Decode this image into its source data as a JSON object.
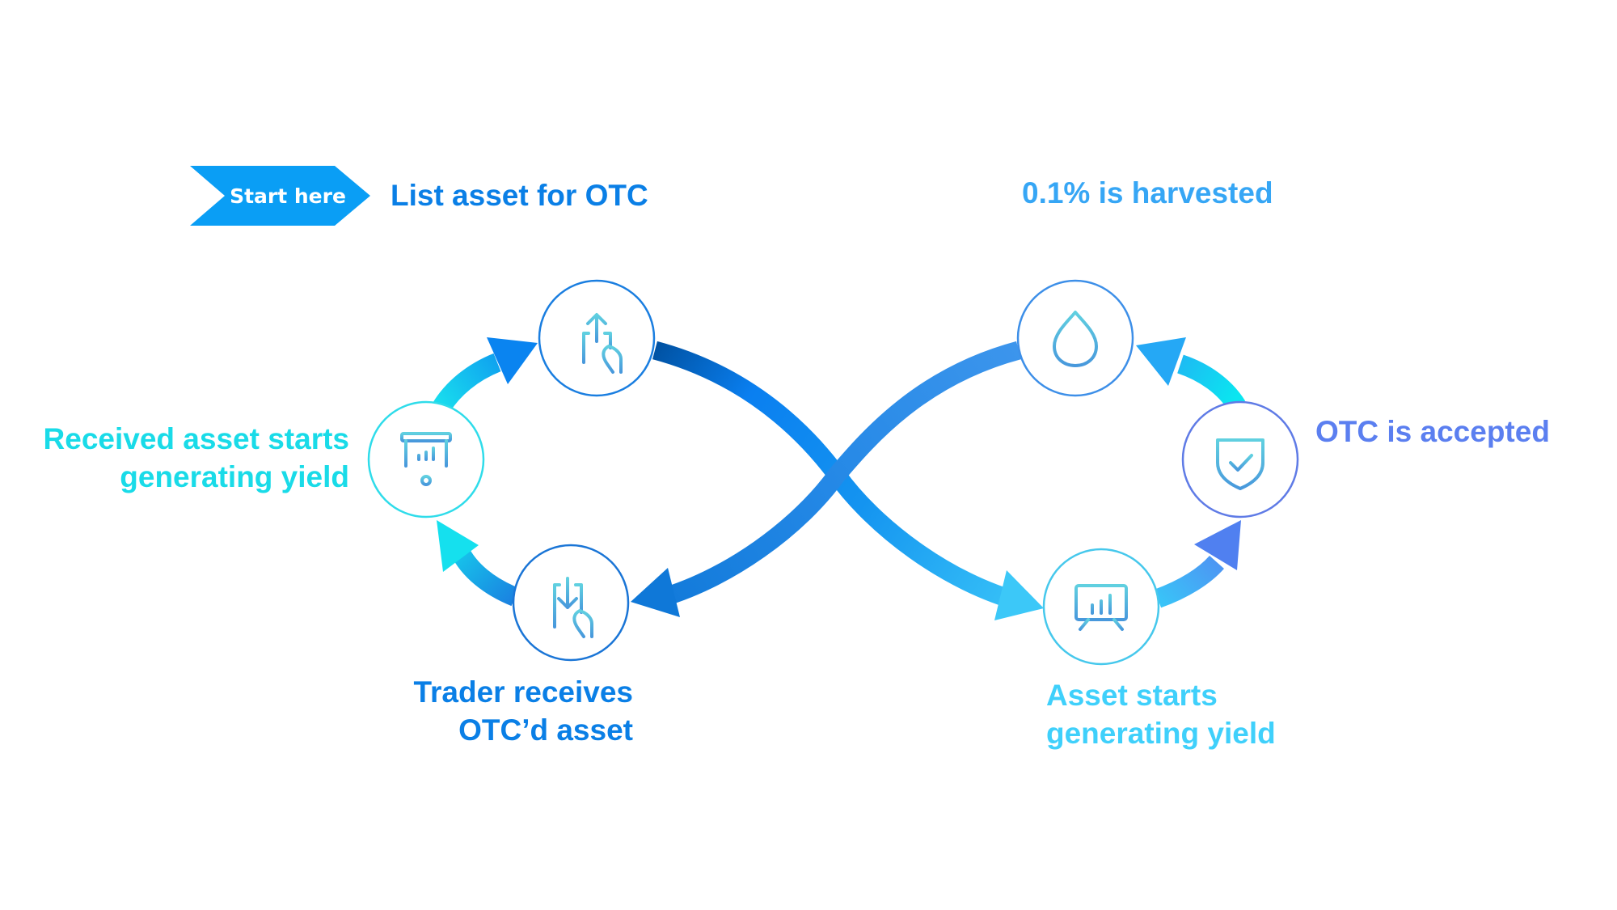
{
  "banner": {
    "label": "Start here",
    "color": "#0a9ef5"
  },
  "steps": [
    {
      "id": "list",
      "label_lines": [
        "List asset for OTC"
      ],
      "color": "#0a7fe6",
      "icon": "hand-swipe-up-icon",
      "ring": "#1a7ee0"
    },
    {
      "id": "received-yield",
      "label_lines": [
        "Received asset starts",
        "generating yield"
      ],
      "color": "#19dbe8",
      "icon": "presentation-board-icon",
      "ring": "#2fdcea"
    },
    {
      "id": "trader-receives",
      "label_lines": [
        "Trader receives",
        "OTC’d asset"
      ],
      "color": "#0a7fe6",
      "icon": "hand-swipe-down-icon",
      "ring": "#1a75d6"
    },
    {
      "id": "harvested",
      "label_lines": [
        "0.1% is harvested"
      ],
      "color": "#36a6f5",
      "icon": "water-drop-icon",
      "ring": "#3d8fe8"
    },
    {
      "id": "accepted",
      "label_lines": [
        "OTC is accepted"
      ],
      "color": "#5b7ff0",
      "icon": "shield-check-icon",
      "ring": "#5f7be6"
    },
    {
      "id": "asset-yield",
      "label_lines": [
        "Asset starts",
        "generating yield"
      ],
      "color": "#3fd0fb",
      "icon": "easel-chart-icon",
      "ring": "#46c8ec"
    }
  ],
  "colors": {
    "dark_blue": "#0054a6",
    "blue": "#0a7fe6",
    "mid_blue": "#3a8fe8",
    "cyan": "#19dbe8",
    "light_cyan": "#3fcbf8",
    "indigo": "#5b7ff0",
    "icon_top": "#5cc9e0",
    "icon_bottom": "#4aa0dc"
  }
}
